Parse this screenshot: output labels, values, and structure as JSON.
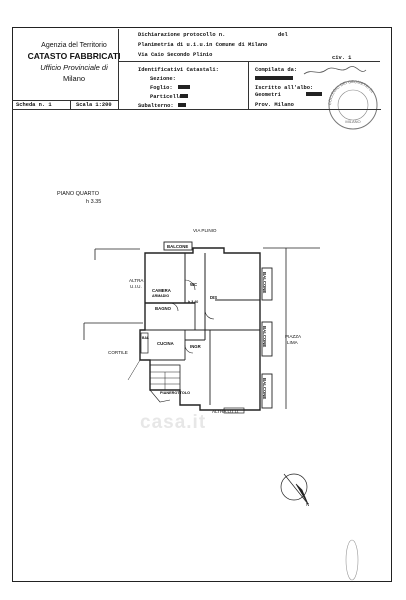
{
  "agency": {
    "line1": "Agenzia del Territorio",
    "line2": "CATASTO FABBRICATI",
    "line3": "Ufficio Provinciale di",
    "line4": "Milano"
  },
  "header": {
    "dichiarazione": "Dichiarazione protocollo n.",
    "del": "del",
    "planimetria": "Planimetria di u.i.u.in Comune di Milano",
    "via": "Via Caio Secondo Plinio",
    "civ": "civ. 1",
    "identificativi": "Identificativi Catastali:",
    "sezione": "Sezione:",
    "foglio": "Foglio:",
    "particella": "Particella:",
    "subalterno": "Subalterno:",
    "compilata_da": "Compilata da:",
    "iscritto": "Iscritto all'albo:",
    "geometri": "Geometri",
    "prov": "Prov. Milano",
    "stamp_top": "COLLEGIO DEI GEOMETRI DI",
    "stamp_bottom": "MILANO"
  },
  "scheda": {
    "scheda": "Scheda n. 1",
    "scala": "Scala 1:200"
  },
  "plan": {
    "floor": "PIANO QUARTO",
    "height": "h 3.35",
    "street": "VIA PLINIO",
    "altra_uiu_left": "ALTRA",
    "altra_uiu_left2": "U.I.U.",
    "altra_uiu_bottom": "ALTRA U.I.U.",
    "cortile": "CORTILE",
    "piazza": "PIAZZA",
    "piazza2": "LIMA",
    "rooms": {
      "balcone_top": "BALCONE",
      "camera": "CAMERA",
      "armadio": "ARMADIO",
      "wc": "WC",
      "bagno": "BAGNO",
      "dis": "DIS",
      "h3": "h 3.40",
      "cucina": "CUCINA",
      "ingr": "INGR",
      "pianerottolo": "PIANEROTTOLO",
      "bal": "BAL",
      "balcone_r1": "BALCONE",
      "balcone_r2": "BALCONE",
      "balcone_r3": "BALCONE"
    },
    "north": "N"
  },
  "watermark": "casa.it"
}
